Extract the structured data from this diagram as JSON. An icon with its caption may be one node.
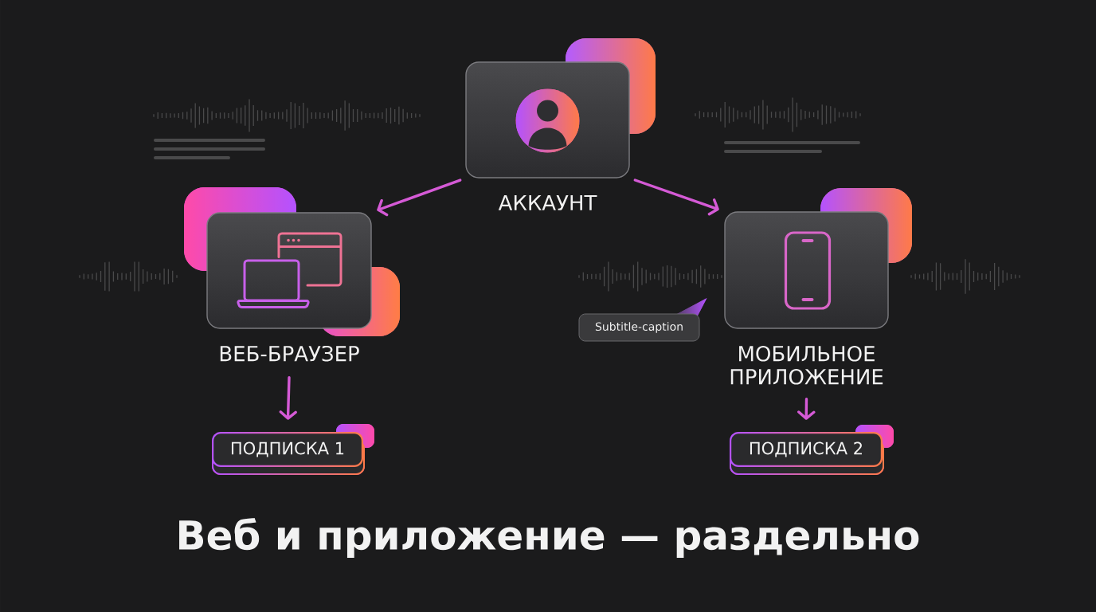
{
  "diagram": {
    "title": "Веб и приложение — раздельно",
    "nodes": [
      {
        "text": [
          "АККАУНТ"
        ]
      },
      {
        "text": [
          "ВЕБ-БРАУЗЕР"
        ]
      },
      {
        "text": [
          "МОБИЛЬНОЕ ПРИЛОЖЕНИЕ"
        ]
      },
      {
        "text": [
          "Subtitle-caption"
        ]
      },
      {
        "text": [
          "ПОДПИСКА 1"
        ]
      },
      {
        "text": [
          "ПОДПИСКА 2"
        ]
      }
    ],
    "edges": [
      {
        "from": 0,
        "to": 1,
        "arrow": "to"
      },
      {
        "from": 0,
        "to": 2,
        "arrow": "to"
      },
      {
        "from": 1,
        "to": 4,
        "arrow": "to"
      },
      {
        "from": 2,
        "to": 5,
        "arrow": "to"
      }
    ]
  }
}
